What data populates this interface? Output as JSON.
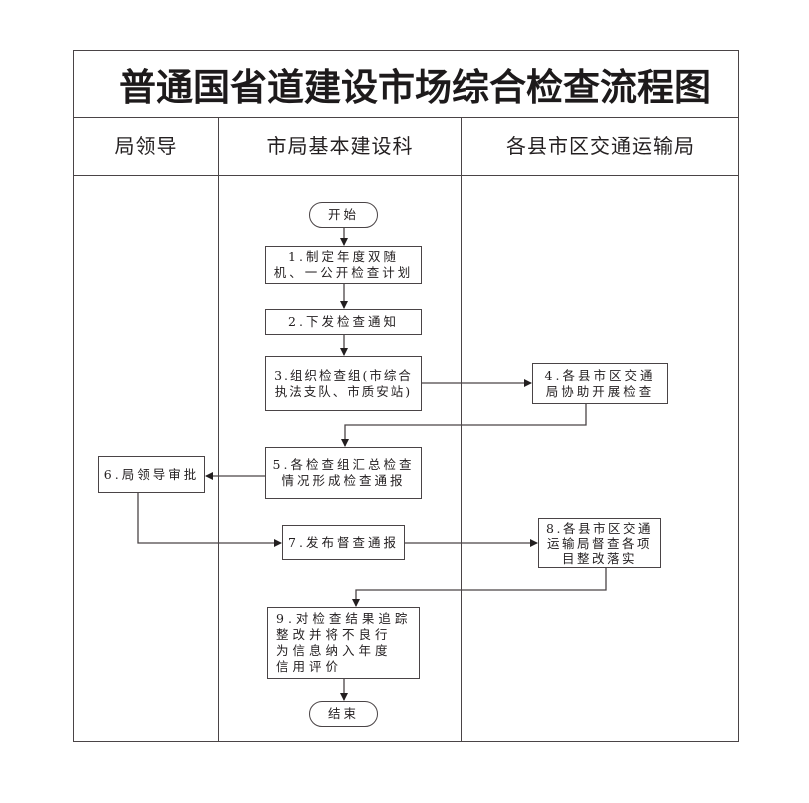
{
  "title": "普通国省道建设市场综合检查流程图",
  "lanes": [
    {
      "label": "局领导"
    },
    {
      "label": "市局基本建设科"
    },
    {
      "label": "各县市区交通运输局"
    }
  ],
  "nodes": {
    "start": {
      "label": "开始",
      "type": "terminator"
    },
    "step1": {
      "label": "1.制定年度双随机、一公开检查计划",
      "lines": [
        "1.制定年度双随",
        "机、一公开检查计划"
      ],
      "lane": "市局基本建设科"
    },
    "step2": {
      "label": "2.下发检查通知",
      "lines": [
        "2.下发检查通知"
      ],
      "lane": "市局基本建设科"
    },
    "step3": {
      "label": "3.组织检查组(市综合执法支队、市质安站)",
      "lines": [
        "3.组织检查组(市综合",
        "执法支队、市质安站)"
      ],
      "lane": "市局基本建设科"
    },
    "step4": {
      "label": "4.各县市区交通局协助开展检查",
      "lines": [
        "4.各县市区交通",
        "局协助开展检查"
      ],
      "lane": "各县市区交通运输局"
    },
    "step5": {
      "label": "5.各检查组汇总检查情况形成检查通报",
      "lines": [
        "5.各检查组汇总检查",
        "情况形成检查通报"
      ],
      "lane": "市局基本建设科"
    },
    "step6": {
      "label": "6.局领导审批",
      "lines": [
        "6.局领导审批"
      ],
      "lane": "局领导"
    },
    "step7": {
      "label": "7.发布督查通报",
      "lines": [
        "7.发布督查通报"
      ],
      "lane": "市局基本建设科"
    },
    "step8": {
      "label": "8.各县市区交通运输局督查各项目整改落实",
      "lines": [
        "8.各县市区交通",
        "运输局督查各项",
        "目整改落实"
      ],
      "lane": "各县市区交通运输局"
    },
    "step9": {
      "label": "9.对检查结果追踪整改并将不良行为信息纳入年度信用评价",
      "lines": [
        "9.对检查结果追踪",
        "整改并将不良行",
        "为信息纳入年度",
        "信用评价"
      ],
      "lane": "市局基本建设科"
    },
    "end": {
      "label": "结束",
      "type": "terminator"
    }
  },
  "edges": [
    {
      "from": "start",
      "to": "step1"
    },
    {
      "from": "step1",
      "to": "step2"
    },
    {
      "from": "step2",
      "to": "step3"
    },
    {
      "from": "step3",
      "to": "step4"
    },
    {
      "from": "step4",
      "to": "step5"
    },
    {
      "from": "step5",
      "to": "step6"
    },
    {
      "from": "step6",
      "to": "step7"
    },
    {
      "from": "step7",
      "to": "step8"
    },
    {
      "from": "step8",
      "to": "step9"
    },
    {
      "from": "step9",
      "to": "end"
    }
  ],
  "colors": {
    "line": "#4a4446",
    "text": "#231f20",
    "background": "#ffffff"
  }
}
